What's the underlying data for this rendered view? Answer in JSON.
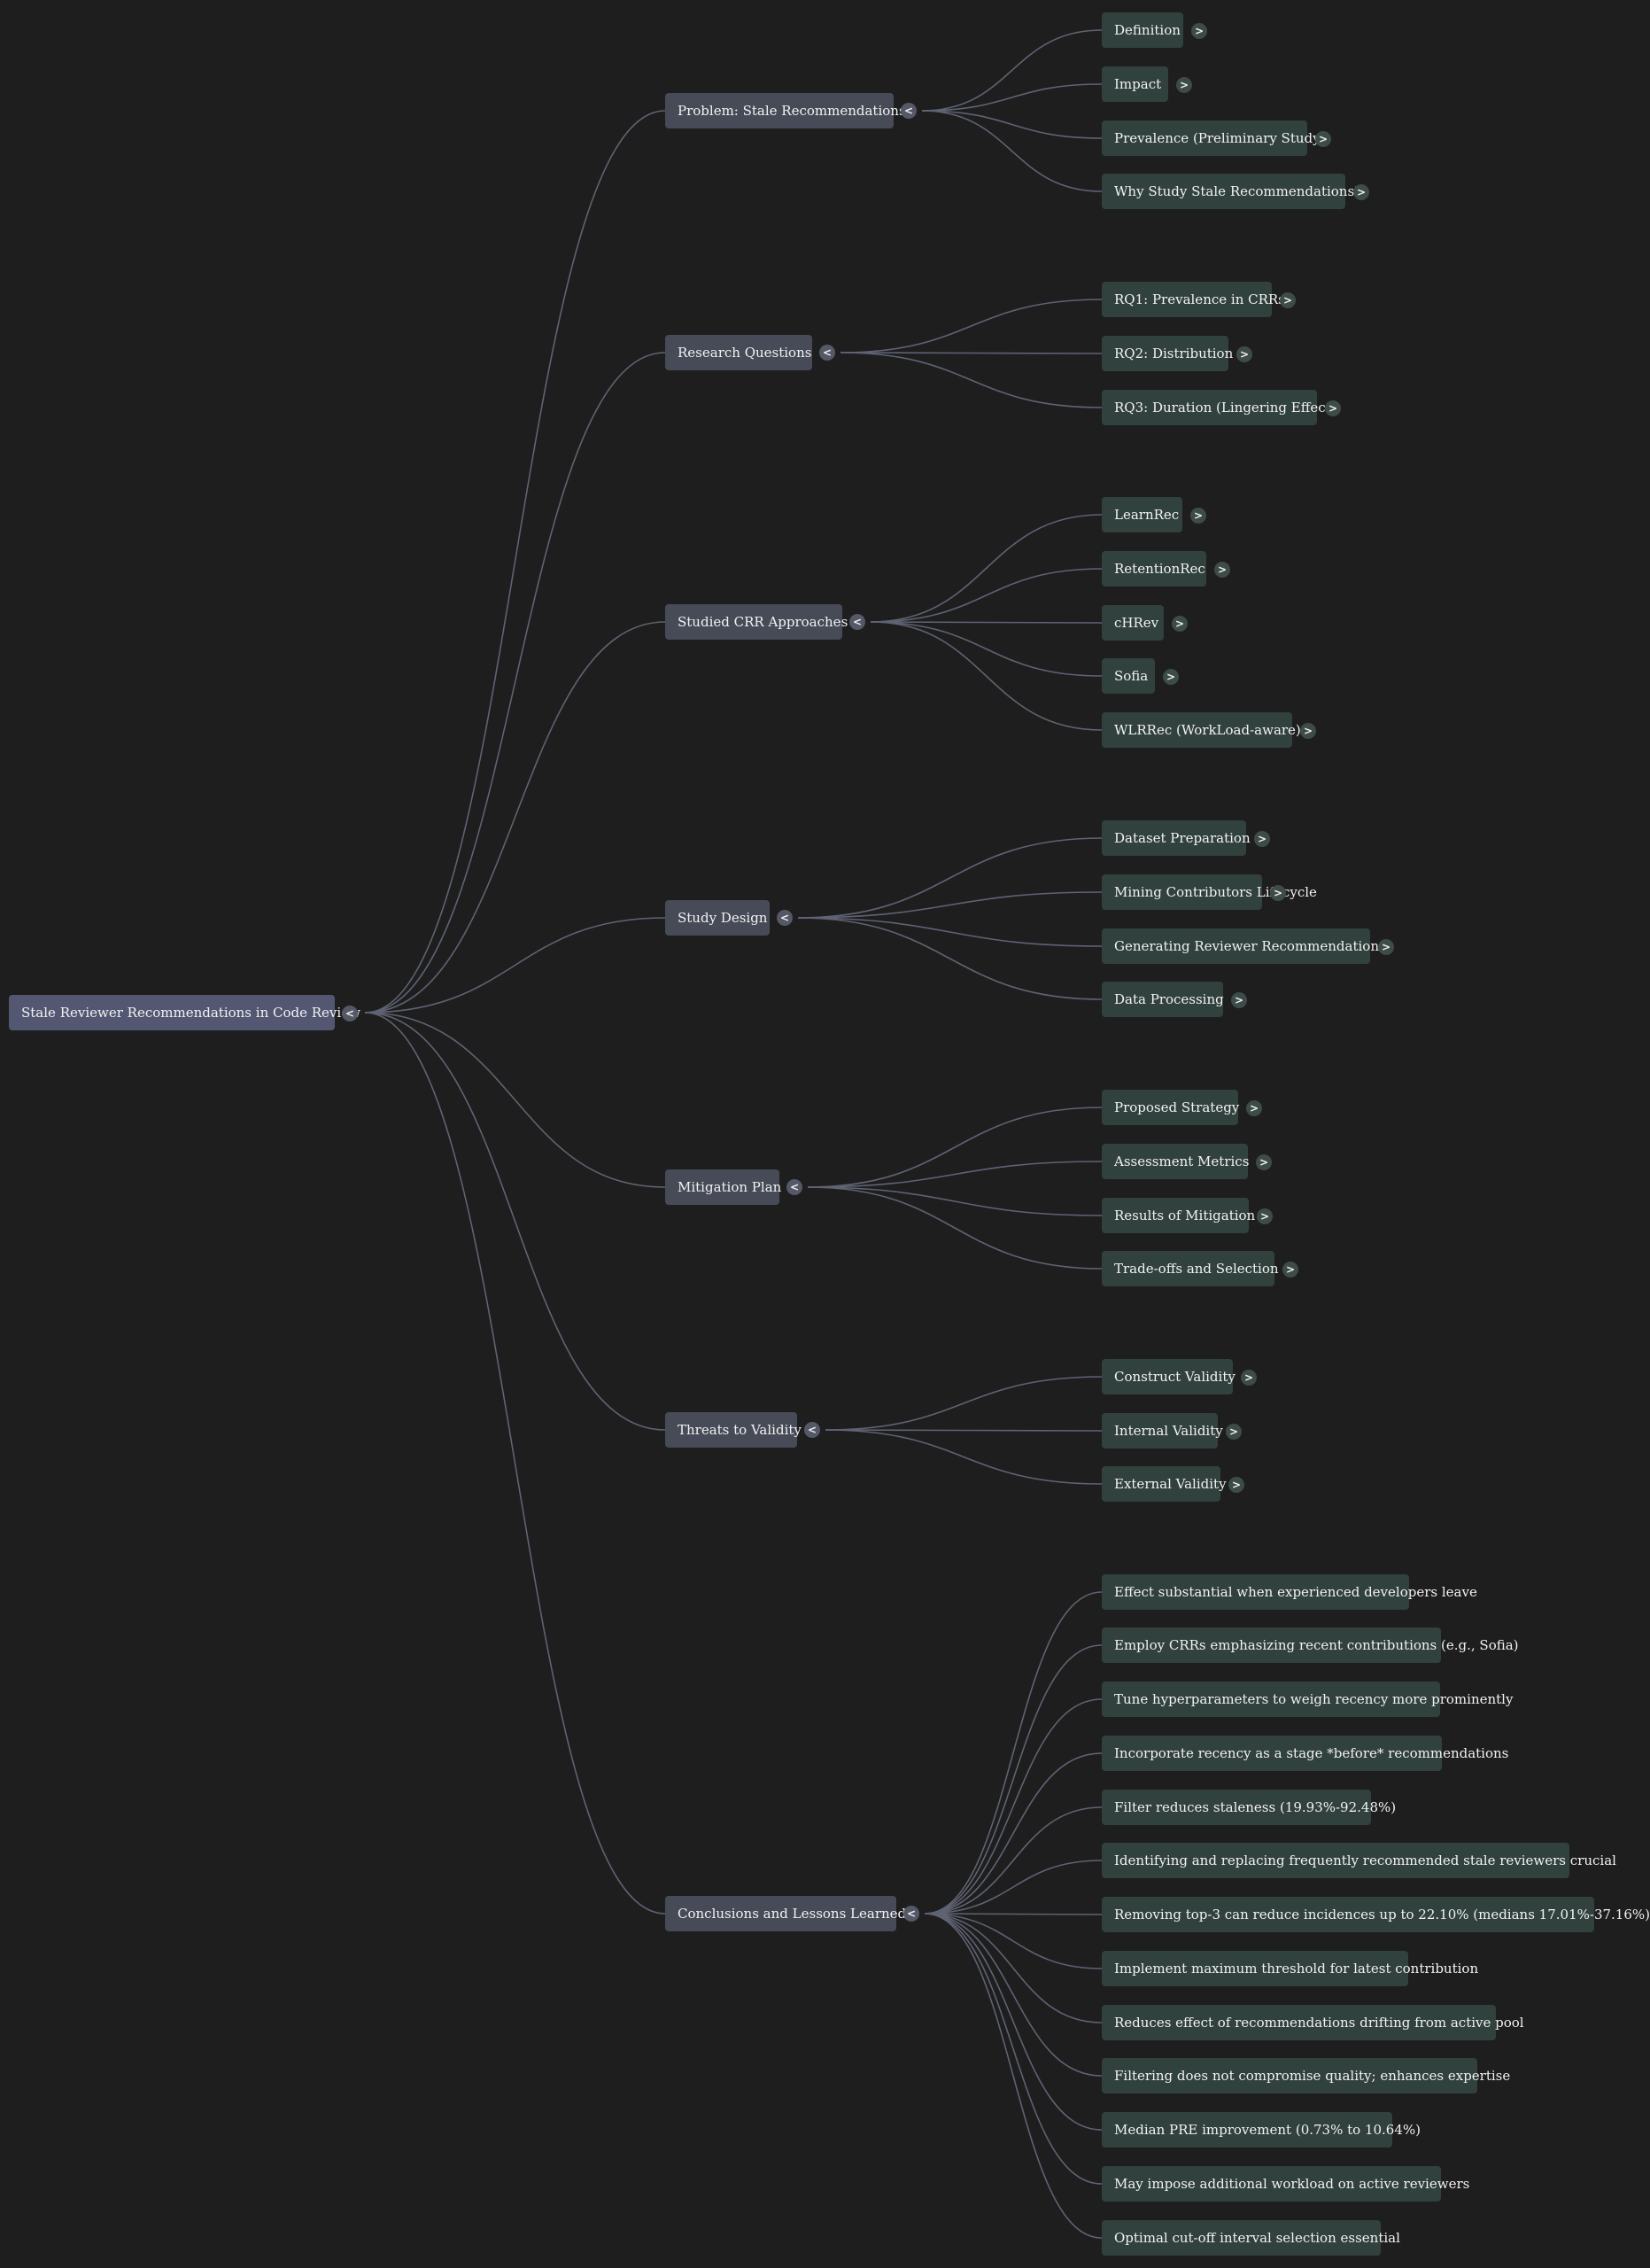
{
  "root": {
    "label": "Stale Reviewer Recommendations in Code Review",
    "toggle": "<"
  },
  "branches": [
    {
      "label": "Problem: Stale Recommendations",
      "toggle": "<",
      "children": [
        {
          "label": "Definition",
          "toggle": ">"
        },
        {
          "label": "Impact",
          "toggle": ">"
        },
        {
          "label": "Prevalence (Preliminary Study)",
          "toggle": ">"
        },
        {
          "label": "Why Study Stale Recommendations?",
          "toggle": ">"
        }
      ]
    },
    {
      "label": "Research Questions",
      "toggle": "<",
      "children": [
        {
          "label": "RQ1: Prevalence in CRRs",
          "toggle": ">"
        },
        {
          "label": "RQ2: Distribution",
          "toggle": ">"
        },
        {
          "label": "RQ3: Duration (Lingering Effect)",
          "toggle": ">"
        }
      ]
    },
    {
      "label": "Studied CRR Approaches",
      "toggle": "<",
      "children": [
        {
          "label": "LearnRec",
          "toggle": ">"
        },
        {
          "label": "RetentionRec",
          "toggle": ">"
        },
        {
          "label": "cHRev",
          "toggle": ">"
        },
        {
          "label": "Sofia",
          "toggle": ">"
        },
        {
          "label": "WLRRec (WorkLoad-aware)",
          "toggle": ">"
        }
      ]
    },
    {
      "label": "Study Design",
      "toggle": "<",
      "children": [
        {
          "label": "Dataset Preparation",
          "toggle": ">"
        },
        {
          "label": "Mining Contributors Lifecycle",
          "toggle": ">"
        },
        {
          "label": "Generating Reviewer Recommendations",
          "toggle": ">"
        },
        {
          "label": "Data Processing",
          "toggle": ">"
        }
      ]
    },
    {
      "label": "Mitigation Plan",
      "toggle": "<",
      "children": [
        {
          "label": "Proposed Strategy",
          "toggle": ">"
        },
        {
          "label": "Assessment Metrics",
          "toggle": ">"
        },
        {
          "label": "Results of Mitigation",
          "toggle": ">"
        },
        {
          "label": "Trade-offs and Selection",
          "toggle": ">"
        }
      ]
    },
    {
      "label": "Threats to Validity",
      "toggle": "<",
      "children": [
        {
          "label": "Construct Validity",
          "toggle": ">"
        },
        {
          "label": "Internal Validity",
          "toggle": ">"
        },
        {
          "label": "External Validity",
          "toggle": ">"
        }
      ]
    },
    {
      "label": "Conclusions and Lessons Learned",
      "toggle": "<",
      "children": [
        {
          "label": "Effect substantial when experienced developers leave"
        },
        {
          "label": "Employ CRRs emphasizing recent contributions (e.g., Sofia)"
        },
        {
          "label": "Tune hyperparameters to weigh recency more prominently"
        },
        {
          "label": "Incorporate recency as a stage *before* recommendations"
        },
        {
          "label": "Filter reduces staleness (19.93%-92.48%)"
        },
        {
          "label": "Identifying and replacing frequently recommended stale reviewers crucial"
        },
        {
          "label": "Removing top-3 can reduce incidences up to 22.10% (medians 17.01%-37.16%)"
        },
        {
          "label": "Implement maximum threshold for latest contribution"
        },
        {
          "label": "Reduces effect of recommendations drifting from active pool"
        },
        {
          "label": "Filtering does not compromise quality; enhances expertise"
        },
        {
          "label": "Median PRE improvement (0.73% to 10.64%)"
        },
        {
          "label": "May impose additional workload on active reviewers"
        },
        {
          "label": "Optimal cut-off interval selection essential"
        }
      ]
    }
  ]
}
